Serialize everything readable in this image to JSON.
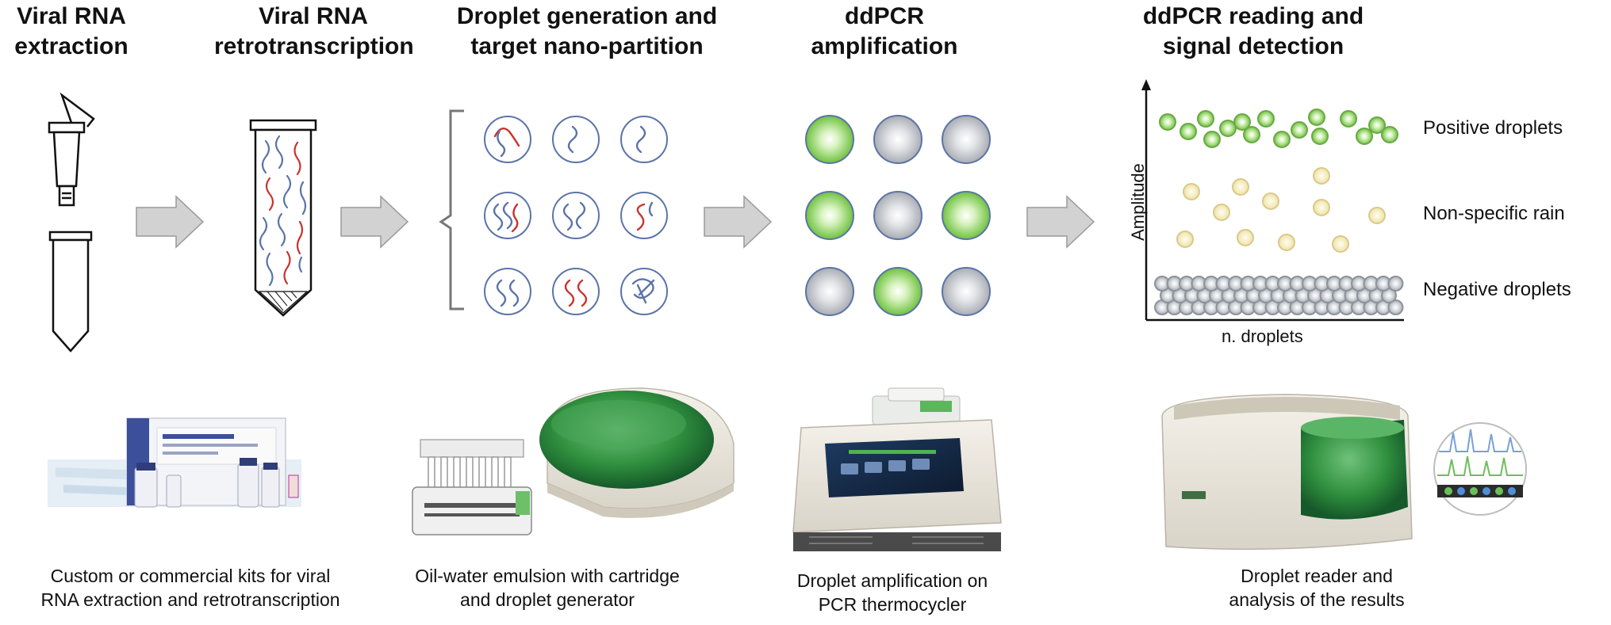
{
  "steps": [
    {
      "title_l1": "Viral RNA",
      "title_l2": "extraction"
    },
    {
      "title_l1": "Viral RNA",
      "title_l2": "retrotranscription"
    },
    {
      "title_l1": "Droplet generation and",
      "title_l2": "target nano-partition"
    },
    {
      "title_l1": "ddPCR",
      "title_l2": "amplification"
    },
    {
      "title_l1": "ddPCR  reading and",
      "title_l2": "signal detection"
    }
  ],
  "captions": [
    {
      "l1": "Custom or commercial kits for viral",
      "l2": "RNA extraction and retrotranscription"
    },
    {
      "l1": "Oil-water emulsion with cartridge",
      "l2": "and droplet generator"
    },
    {
      "l1": "Droplet amplification on",
      "l2": "PCR thermocycler"
    },
    {
      "l1": "Droplet reader and",
      "l2": "analysis of the results"
    }
  ],
  "plot": {
    "ylabel": "Amplitude",
    "xlabel": "n. droplets",
    "legend": [
      "Positive droplets",
      "Non-specific rain",
      "Negative droplets"
    ]
  },
  "colors": {
    "positive": "#8fd65a",
    "negative": "#c9ccd1",
    "rain": "#f7efbf",
    "rna_blue": "#5b74a8",
    "rna_red": "#c8342e",
    "arrow_fill": "#cfcfcf",
    "device_green": "#2f8f3e"
  },
  "amplification_grid": [
    [
      "positive",
      "negative",
      "negative"
    ],
    [
      "positive",
      "negative",
      "positive"
    ],
    [
      "negative",
      "positive",
      "negative"
    ]
  ]
}
